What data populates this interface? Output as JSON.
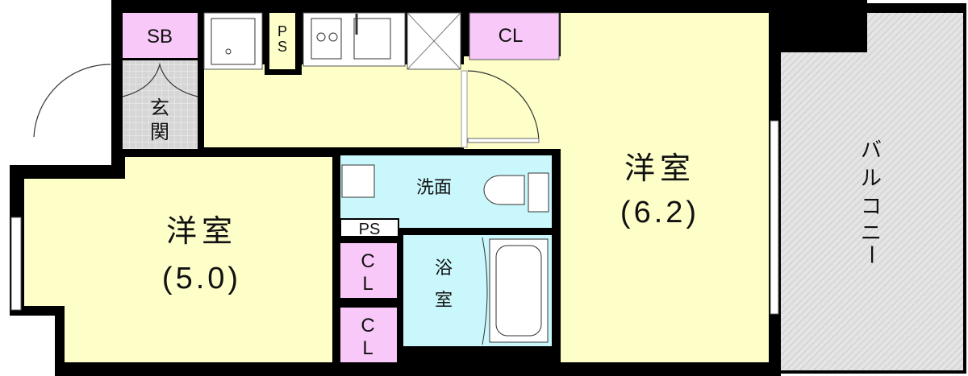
{
  "colors": {
    "room": "#fefec9",
    "storage": "#f8c8f8",
    "wet": "#c9f7fb",
    "entry": "#d9d9d9",
    "balcony": "#e2e2e2",
    "wall": "#000000"
  },
  "labels": {
    "sb": "SB",
    "ps_top": [
      "P",
      "S"
    ],
    "cl_top": "CL",
    "genkan": [
      "玄",
      "関"
    ],
    "senmen": "洗面",
    "room_right": {
      "name": "洋室",
      "size": "(6.2)"
    },
    "room_left": {
      "name": "洋室",
      "size": "(5.0)"
    },
    "ps_mid": "PS",
    "cl_a": [
      "C",
      "L"
    ],
    "cl_b": [
      "C",
      "L"
    ],
    "bath": [
      "浴",
      "室"
    ],
    "balcony": [
      "バ",
      "ル",
      "コ",
      "ニ",
      "ー"
    ]
  }
}
